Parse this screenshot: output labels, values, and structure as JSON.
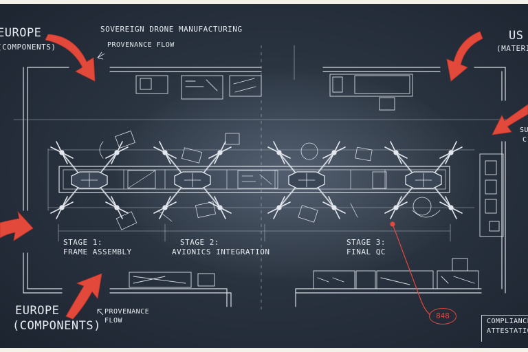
{
  "header": {
    "title": "SOVEREIGN DRONE MANUFACTURING",
    "provenance_top": "PROVENANCE FLOW"
  },
  "sources": {
    "europe_top_line1": "EUROPE",
    "europe_top_line2": "(COMPONENTS)",
    "us_top_line1": "US",
    "us_top_line2": "(MATERIALS)",
    "right_partial_line1": "SU",
    "right_partial_line2": "C",
    "europe_bottom_line1": "EUROPE",
    "europe_bottom_line2": "(COMPONENTS)",
    "provenance_bottom_line1": "PROVENANCE",
    "provenance_bottom_line2": "FLOW"
  },
  "stages": [
    {
      "title": "STAGE 1:",
      "name": "FRAME ASSEMBLY"
    },
    {
      "title": "STAGE 2:",
      "name": "AVIONICS INTEGRATION"
    },
    {
      "title": "STAGE 3:",
      "name": "FINAL QC"
    }
  ],
  "callout": {
    "number": "848"
  },
  "compliance": {
    "line1": "COMPLIANCE",
    "line2": "ATTESTATION"
  },
  "colors": {
    "board": "#29333f",
    "chalk": "#e7ebf0",
    "arrow_red": "#e2493b"
  },
  "icons": [
    "drone-icon",
    "arrow-icon",
    "workstation-icon",
    "tool-icon"
  ]
}
